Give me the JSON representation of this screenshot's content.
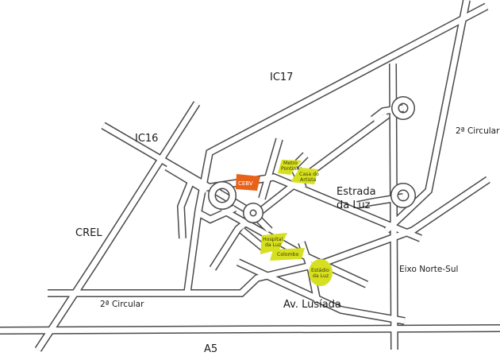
{
  "colors": {
    "road_outline": "#4a4a4a",
    "poi_yellow": "#d6e020",
    "poi_orange": "#e8621a",
    "background": "#ffffff"
  },
  "labels": {
    "ic17": "IC17",
    "ic16": "IC16",
    "crel": "CREL",
    "circular_right": "2ª Circular",
    "circular_left": "2ª Circular",
    "estrada_line1": "Estrada",
    "estrada_line2": "da Luz",
    "eixo": "Eixo Norte-Sul",
    "lusiada": "Av. Lusíada",
    "a5": "A5"
  },
  "pois": {
    "cebv": "CEBV",
    "metro_line1": "Metro",
    "metro_line2": "Pontinha",
    "casa_line1": "Casa do",
    "casa_line2": "Artista",
    "hospital_line1": "Hospital",
    "hospital_line2": "da Luz",
    "colombo": "Colombo",
    "estadio_line1": "Estádio",
    "estadio_line2": "da Luz"
  }
}
